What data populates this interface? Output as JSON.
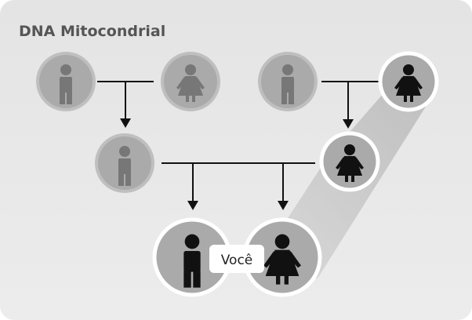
{
  "title": "DNA Mitocondrial",
  "you_label": "Você",
  "colors": {
    "card_bg": "#e6e6e6",
    "card_bg_dark": "#d9d9d9",
    "inactive_circle": "#aaaaaa",
    "inactive_ring": "#bfbfbf",
    "inactive_figure": "#777777",
    "active_figure": "#111111",
    "active_ring": "#ffffff",
    "line": "#111111",
    "lineage_shadow": "#bdbdbd"
  },
  "people": [
    {
      "id": "gp1",
      "name": "grandparent-male-1",
      "gender": "male",
      "mtdna_lineage": false
    },
    {
      "id": "gp2",
      "name": "grandparent-female-1",
      "gender": "female",
      "mtdna_lineage": false
    },
    {
      "id": "gp3",
      "name": "grandparent-male-2",
      "gender": "male",
      "mtdna_lineage": false
    },
    {
      "id": "gp4",
      "name": "grandparent-female-2",
      "gender": "female",
      "mtdna_lineage": true
    },
    {
      "id": "father",
      "name": "father",
      "gender": "male",
      "mtdna_lineage": false
    },
    {
      "id": "mother",
      "name": "mother",
      "gender": "female",
      "mtdna_lineage": true
    },
    {
      "id": "son",
      "name": "you-male",
      "gender": "male",
      "mtdna_lineage": true
    },
    {
      "id": "daughter",
      "name": "you-female",
      "gender": "female",
      "mtdna_lineage": true
    }
  ]
}
